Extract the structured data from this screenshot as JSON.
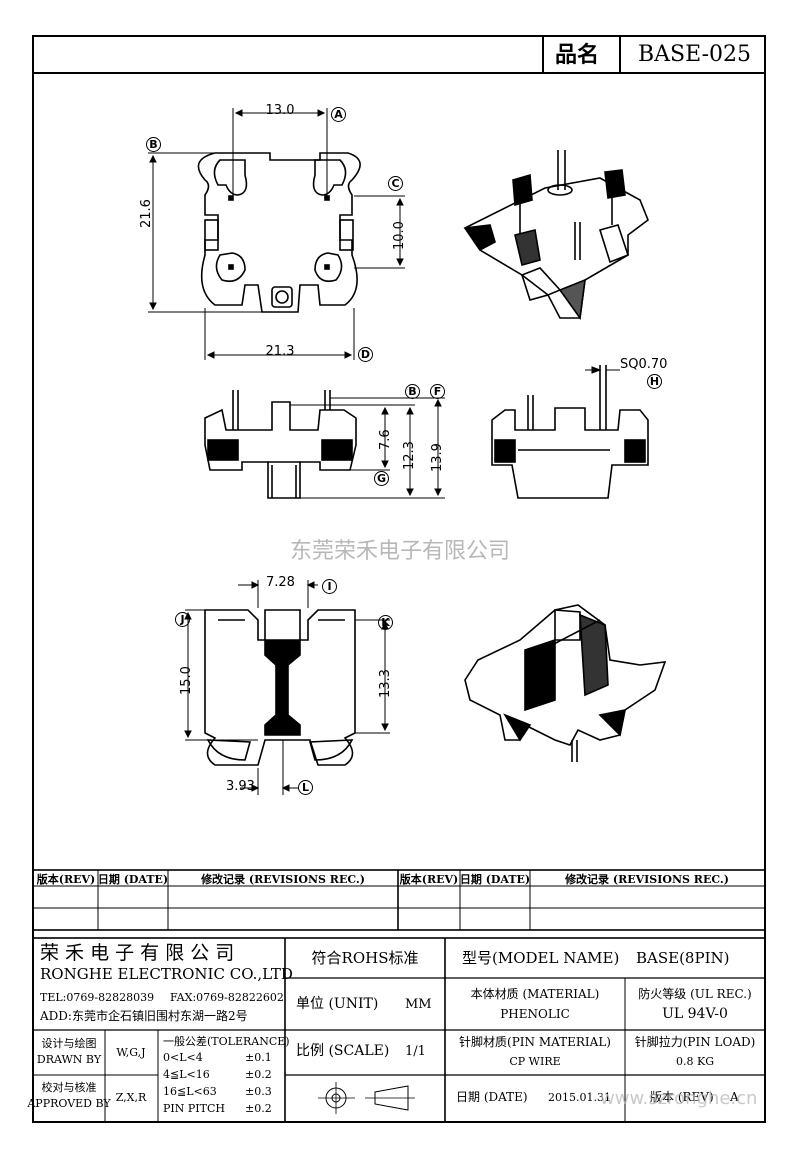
{
  "title_block": {
    "name_label": "品名",
    "part_number": "BASE-025"
  },
  "dimensions": {
    "top_width": "13.0",
    "height_left": "21.6",
    "height_right": "10.0",
    "bottom_width": "21.3",
    "side_h1": "7.6",
    "side_h2": "12.3",
    "side_h3": "13.9",
    "pin_sq": "SQ0.70",
    "bottom_gap": "7.28",
    "bottom_h_left": "15.0",
    "bottom_h_right": "13.3",
    "bottom_offset": "3.93"
  },
  "markers": [
    "A",
    "B",
    "C",
    "D",
    "B",
    "F",
    "G",
    "H",
    "I",
    "J",
    "K",
    "L"
  ],
  "watermark": "东莞荣禾电子有限公司",
  "revisions": {
    "headers": [
      "版本(REV)",
      "日期 (DATE)",
      "修改记录 (REVISIONS REC.)",
      "版本(REV)",
      "日期 (DATE)",
      "修改记录 (REVISIONS REC.)"
    ]
  },
  "company": {
    "cn": "荣 禾 电 子 有 限 公 司",
    "en": "RONGHE ELECTRONIC CO.,LTD",
    "tel": "TEL:0769-82828039",
    "fax": "FAX:0769-82822602",
    "addr": "ADD:东莞市企石镇旧围村东湖一路2号"
  },
  "approval": {
    "design_cn": "设计与绘图",
    "design_en": "DRAWN BY",
    "design_val": "W,G,J",
    "check_cn": "校对与核准",
    "check_en": "APPROVED BY",
    "check_val": "Z,X,R"
  },
  "tolerance": {
    "title": "一般公差(TOLERANCE)",
    "rows": [
      {
        "range": "0<L<4",
        "val": "±0.1"
      },
      {
        "range": "4≦L<16",
        "val": "±0.2"
      },
      {
        "range": "16≦L<63",
        "val": "±0.3"
      },
      {
        "range": "PIN PITCH",
        "val": "±0.2"
      }
    ]
  },
  "specs": {
    "rohs": "符合ROHS标准",
    "unit_label": "单位 (UNIT)",
    "unit_val": "MM",
    "scale_label": "比例 (SCALE)",
    "scale_val": "1/1",
    "model_label": "型号(MODEL NAME)",
    "model_val": "BASE(8PIN)",
    "material_label": "本体材质 (MATERIAL)",
    "material_val": "PHENOLIC",
    "fire_label": "防火等级 (UL REC.)",
    "fire_val": "UL 94V-0",
    "pin_material_label": "针脚材质(PIN MATERIAL)",
    "pin_material_val": "CP WIRE",
    "pin_load_label": "针脚拉力(PIN LOAD)",
    "pin_load_val": "0.8 KG",
    "date_label": "日期 (DATE)",
    "date_val": "2015.01.31",
    "rev_label": "版本 (REV)",
    "rev_val": "A",
    "website": "www.szronghe.cn"
  }
}
